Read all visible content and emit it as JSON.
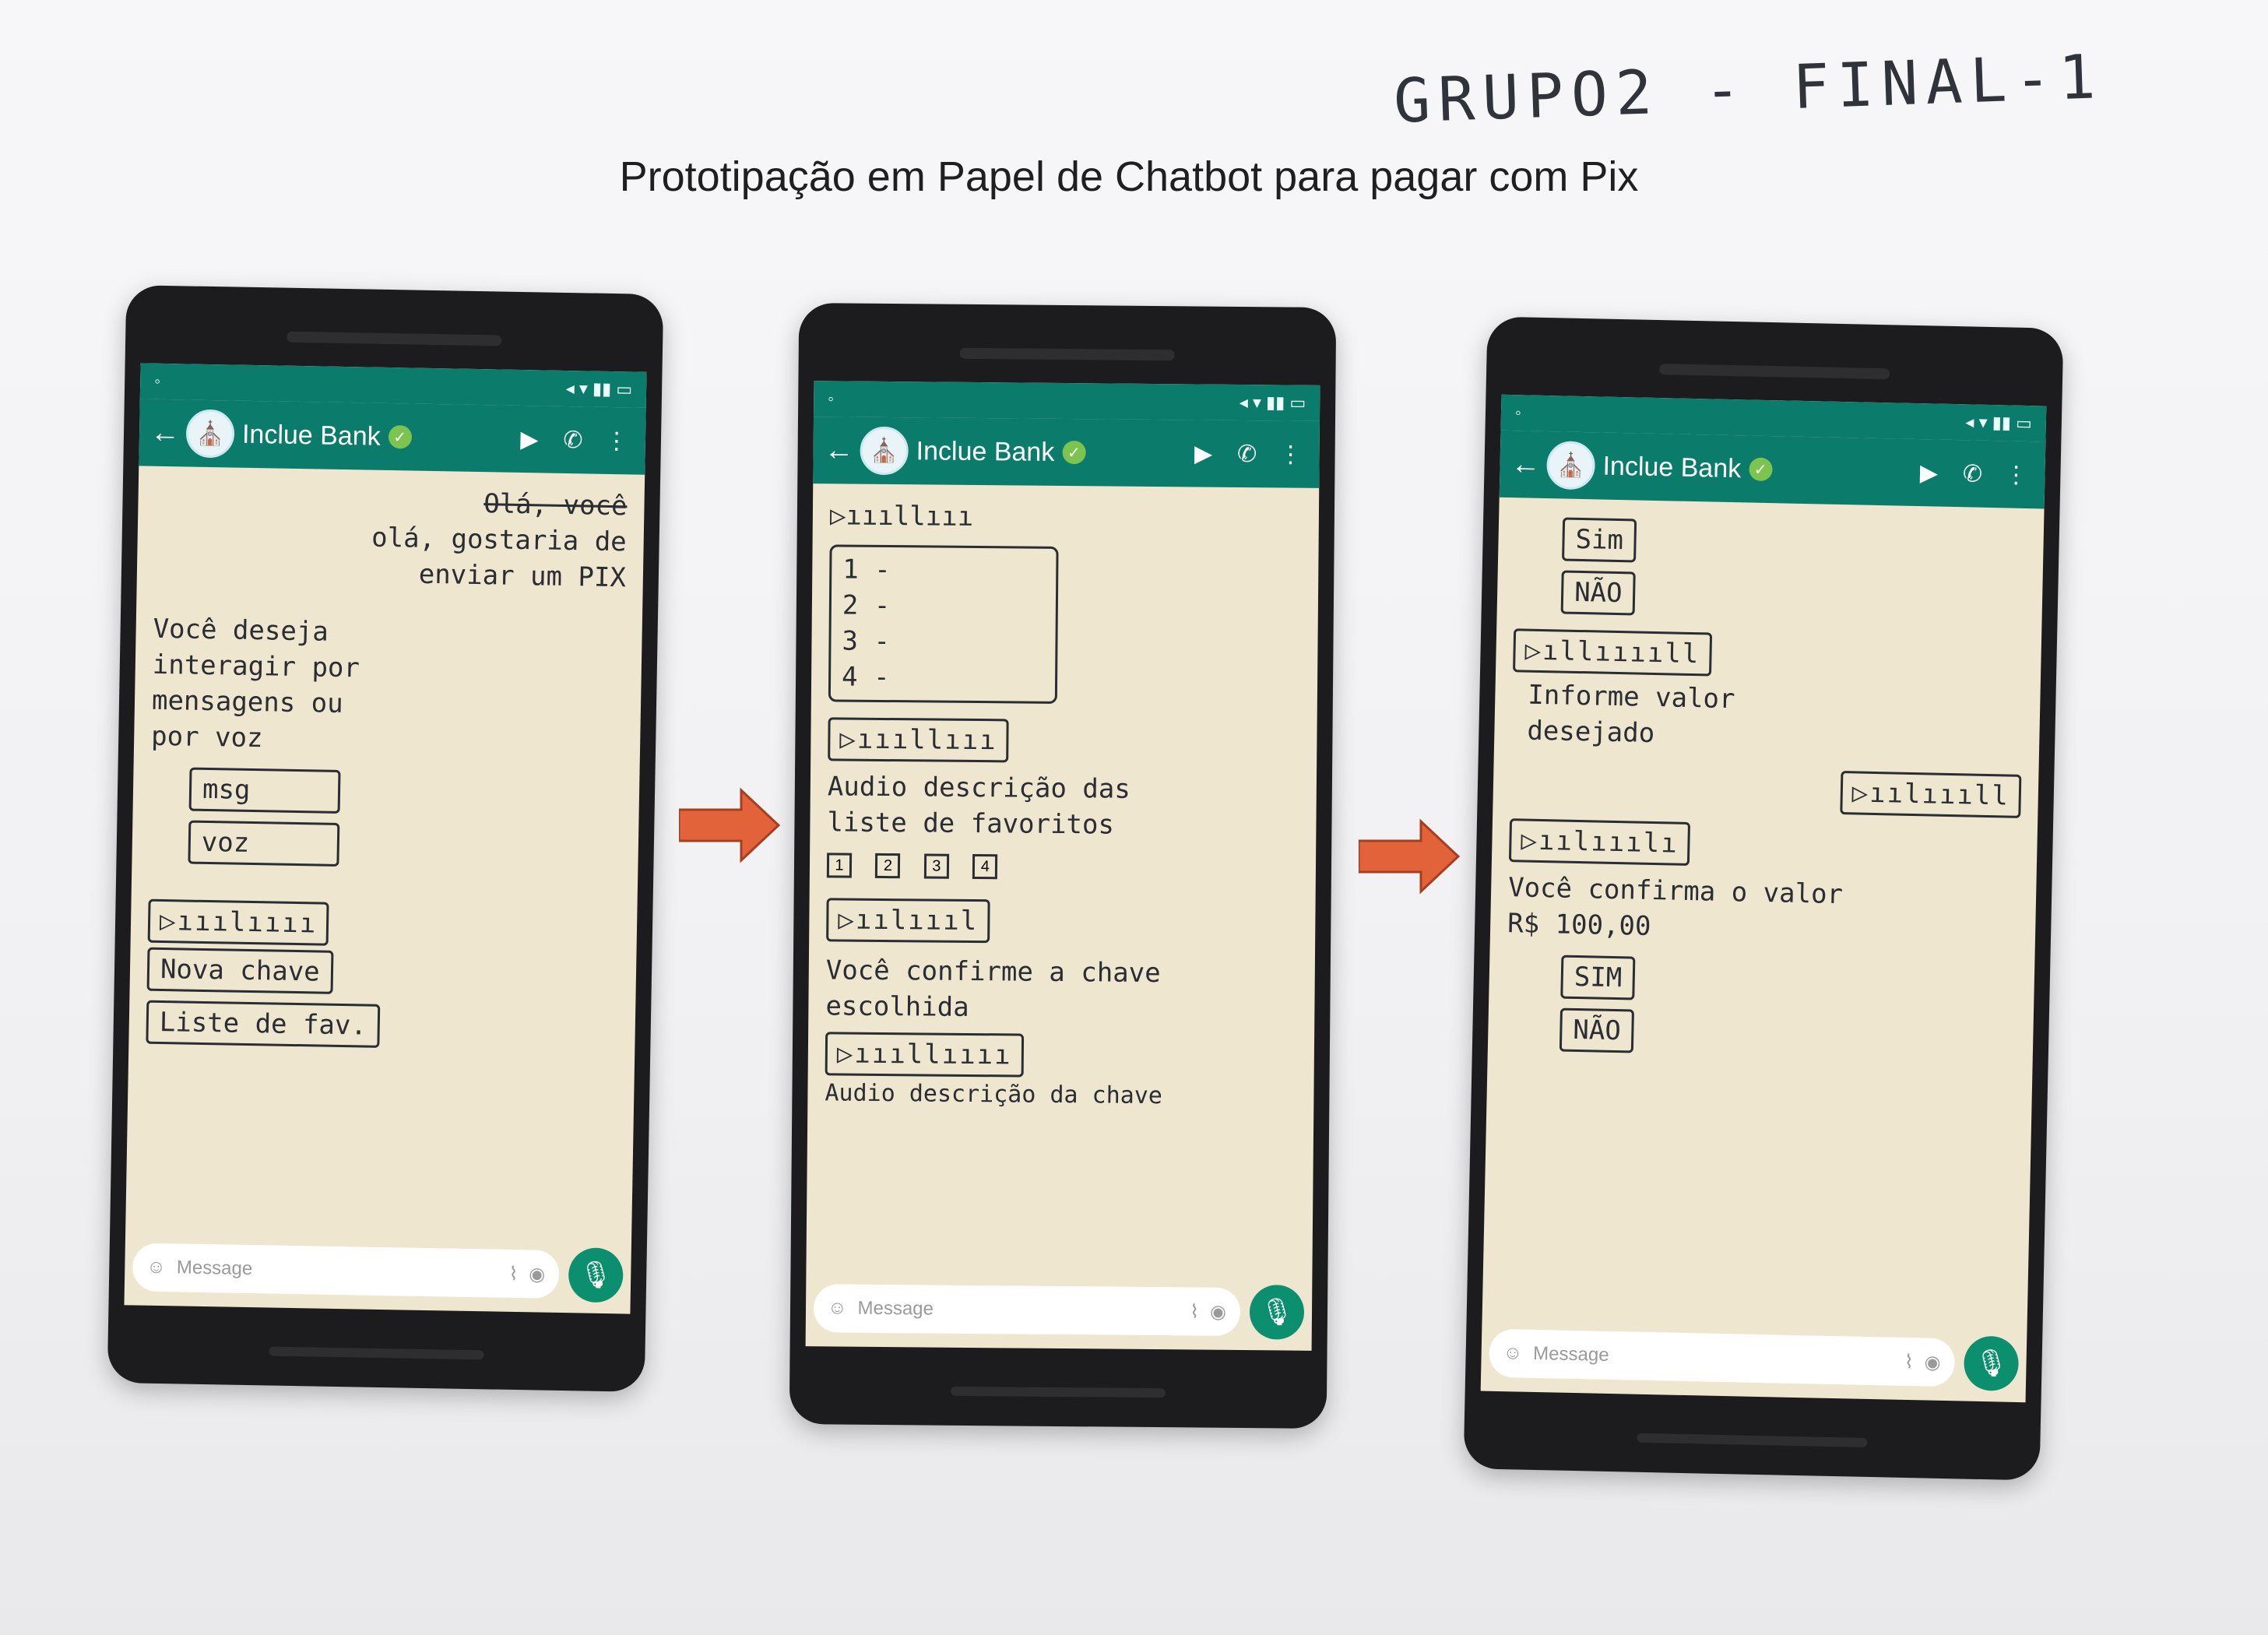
{
  "header": {
    "group_label": "GRUPO2 - FINAL-1",
    "title": "Prototipação em Papel de Chatbot para pagar com Pix"
  },
  "app": {
    "contact_name": "Inclue Bank",
    "input_placeholder": "Message",
    "accent_color": "#0b7b6b",
    "mic_color": "#0b8f6e"
  },
  "icons": [
    "back-arrow-icon",
    "avatar-icon",
    "verified-icon",
    "video-icon",
    "phone-icon",
    "more-icon",
    "emoji-icon",
    "attach-icon",
    "camera-icon",
    "mic-icon"
  ],
  "phone1": {
    "msg_struck": "Olá, você",
    "msg_user": "olá, gostaria de enviar um PIX",
    "bot_question": "Você deseja interagir por mensagens ou por voz",
    "option1": "msg",
    "option2": "voz",
    "option3": "Nova chave",
    "option4": "Liste de fav."
  },
  "phone2": {
    "list_items": [
      "1 -",
      "2 -",
      "3 -",
      "4 -"
    ],
    "audio_desc": "Audio descrição das liste de favoritos",
    "num_buttons": [
      "1",
      "2",
      "3",
      "4"
    ],
    "confirm": "Você confirme a chave escolhida",
    "audio_desc2": "Audio descrição da chave"
  },
  "phone3": {
    "btn_sim": "Sim",
    "btn_nao": "NÃO",
    "ask_value": "Informe valor desejado",
    "confirm_value": "Você confirma o valor R$ 100,00",
    "btn_sim2": "SIM",
    "btn_nao2": "NÃO"
  }
}
